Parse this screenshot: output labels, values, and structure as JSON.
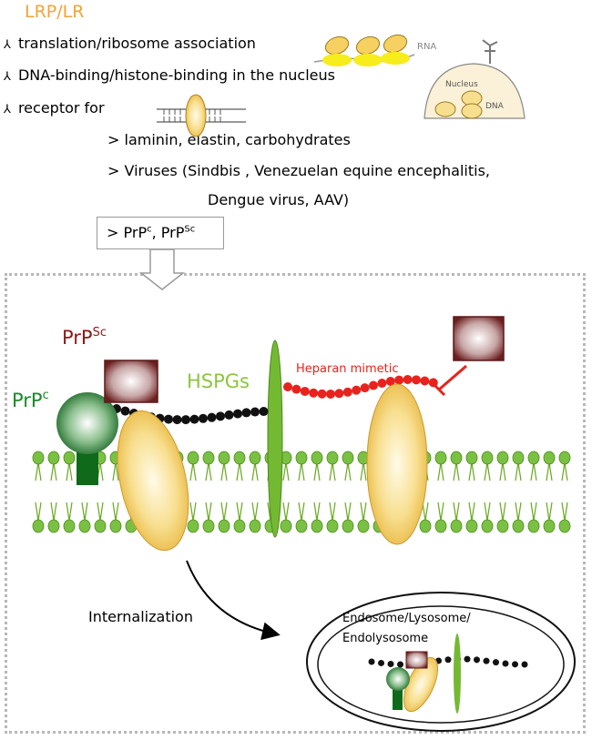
{
  "title": "LRP/LR",
  "bullets": [
    {
      "text": "translation/ribosome association"
    },
    {
      "text": "DNA-binding/histone-binding in the nucleus"
    },
    {
      "text": "receptor for"
    }
  ],
  "receptor_lines": [
    "> laminin, elastin, carbohydrates",
    "> Viruses (Sindbis , Venezuelan equine encephalitis,",
    "Dengue virus, AAV)"
  ],
  "callout": {
    "prefix": "> PrP",
    "sup1": "c",
    "mid": ", PrP",
    "sup2": "Sc"
  },
  "icons": {
    "rna_label": "RNA",
    "nucleus_label": "Nucleus",
    "dna_label": "DNA"
  },
  "diagram": {
    "prpsc_label": "PrP",
    "prpsc_sup": "Sc",
    "prpc_label": "PrP",
    "prpc_sup": "c",
    "hspgs_label": "HSPGs",
    "heparan_label": "Heparan mimetic",
    "internalization_label": "Internalization",
    "endosome_line1": "Endosome/Lysosome/",
    "endosome_line2": "Endolysosome"
  },
  "colors": {
    "title": "#f4a236",
    "prpsc": "#8b1a1a",
    "prpc": "#1e8a2a",
    "hspgs": "#8cc63f",
    "heparan": "#e8231e",
    "receptor_fill": "#f6d57a"
  }
}
